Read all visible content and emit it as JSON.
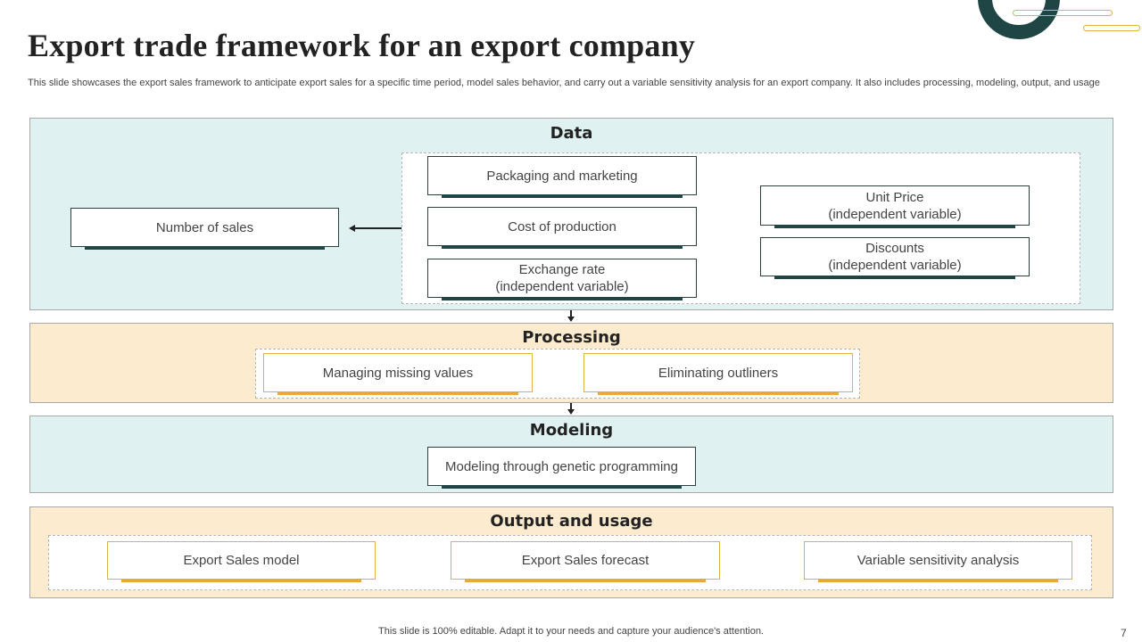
{
  "title": "Export trade framework for an export company",
  "subtitle": "This slide showcases the export sales framework to anticipate export sales for a specific time period, model sales behavior, and carry out a variable sensitivity analysis for an export company. It also includes processing, modeling, output, and usage",
  "colors": {
    "dark_teal": "#1f4544",
    "gold": "#e9a93a",
    "teal_bg": "#e0f1f1",
    "cream_bg": "#fdebcf"
  },
  "sections": {
    "data": {
      "title": "Data",
      "target": "Number of sales",
      "inputs_left": [
        {
          "line1": "Packaging and marketing",
          "line2": ""
        },
        {
          "line1": "Cost of production",
          "line2": ""
        },
        {
          "line1": "Exchange rate",
          "line2": "(independent variable)"
        }
      ],
      "inputs_right": [
        {
          "line1": "Unit Price",
          "line2": "(independent variable)"
        },
        {
          "line1": "Discounts",
          "line2": "(independent variable)"
        }
      ]
    },
    "processing": {
      "title": "Processing",
      "items": [
        "Managing missing values",
        "Eliminating outliners"
      ]
    },
    "modeling": {
      "title": "Modeling",
      "items": [
        "Modeling through genetic programming"
      ]
    },
    "output": {
      "title": "Output and usage",
      "items": [
        "Export Sales model",
        "Export Sales forecast",
        "Variable sensitivity analysis"
      ]
    }
  },
  "footer": "This slide is 100% editable. Adapt it to your needs and capture your audience's attention.",
  "page_number": "7"
}
